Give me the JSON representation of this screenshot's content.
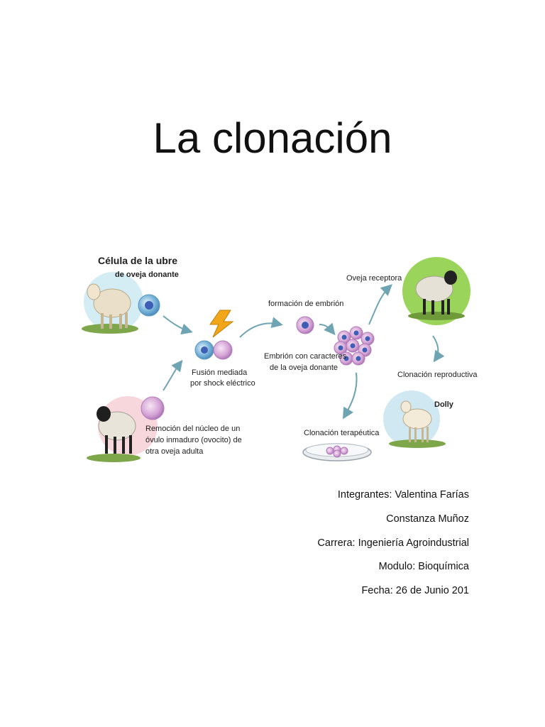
{
  "document": {
    "title": "La clonación"
  },
  "figure": {
    "labels": {
      "donor_cell_title": "Célula de la ubre",
      "donor_cell_sub": "de oveja donante",
      "fusion_line1": "Fusión mediada",
      "fusion_line2": "por shock eléctrico",
      "embryo_formation": "formación de embrión",
      "embryo_traits_line1": "Embrión con caracteres",
      "embryo_traits_line2": "de la oveja donante",
      "recipient_sheep": "Oveja receptora",
      "reproductive_cloning": "Clonación reproductiva",
      "dolly": "Dolly",
      "therapeutic_cloning": "Clonación terapéutica",
      "removal_line1": "Remoción  del núcleo de un",
      "removal_line2": "óvulo inmaduro (ovocito) de",
      "removal_line3": "otra oveja adulta"
    },
    "colors": {
      "cell_blue": "#6aa9d6",
      "cell_pink": "#d9a8d8",
      "arrow": "#6fa4b3",
      "bolt": "#f2a71b",
      "halo_blue": "#d4ecf4",
      "halo_pink": "#f7d6dc",
      "halo_green": "#9bd45a",
      "halo_lightblue": "#cfe8f2"
    },
    "icons": [
      "sheep-icon",
      "lightning-bolt-icon",
      "petri-dish-icon"
    ]
  },
  "info": {
    "members": "Integrantes: Valentina Farías",
    "member2": "Constanza Muñoz",
    "career": "Carrera: Ingeniería Agroindustrial",
    "module": "Modulo: Bioquímica",
    "date": "Fecha: 26 de Junio 201"
  }
}
